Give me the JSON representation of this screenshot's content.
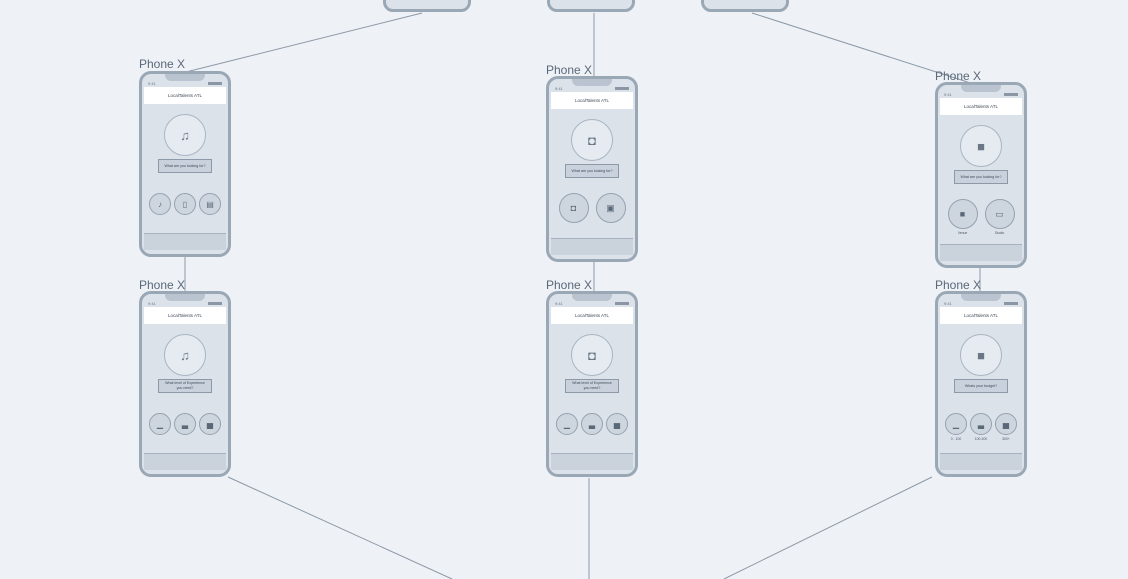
{
  "screens": [
    {
      "label": "Phone X",
      "app_title": "LocalTalents ATL",
      "time": "9:41",
      "hero_icon": "music-note-icon",
      "hero_glyph": "♫",
      "question": "What are you looking for?",
      "options": [
        {
          "icon": "guitar-icon",
          "glyph": "♪",
          "label": ""
        },
        {
          "icon": "speaker-icon",
          "glyph": "▯",
          "label": ""
        },
        {
          "icon": "keyboard-icon",
          "glyph": "▤",
          "label": ""
        }
      ]
    },
    {
      "label": "Phone X",
      "app_title": "LocalTalents ATL",
      "time": "9:41",
      "hero_icon": "camera-icon",
      "hero_glyph": "◘",
      "question": "What are you looking for?",
      "options": [
        {
          "icon": "camera-icon",
          "glyph": "◘",
          "label": ""
        },
        {
          "icon": "video-camera-icon",
          "glyph": "▣",
          "label": ""
        }
      ]
    },
    {
      "label": "Phone X",
      "app_title": "LocalTalents ATL",
      "time": "9:41",
      "hero_icon": "desk-computer-icon",
      "hero_glyph": "■",
      "question": "What are you looking for?",
      "options": [
        {
          "icon": "desk-icon",
          "glyph": "■",
          "label": "Venue"
        },
        {
          "icon": "laptop-icon",
          "glyph": "▭",
          "label": "Studio"
        }
      ]
    },
    {
      "label": "Phone X",
      "app_title": "LocalTalents ATL",
      "time": "9:41",
      "hero_icon": "music-note-icon",
      "hero_glyph": "♫",
      "question": "What level of Experience you need?",
      "options": [
        {
          "icon": "level-low-icon",
          "glyph": "▁",
          "label": ""
        },
        {
          "icon": "level-mid-icon",
          "glyph": "▃",
          "label": ""
        },
        {
          "icon": "level-high-icon",
          "glyph": "▅",
          "label": ""
        }
      ]
    },
    {
      "label": "Phone X",
      "app_title": "LocalTalents ATL",
      "time": "9:41",
      "hero_icon": "camera-icon",
      "hero_glyph": "◘",
      "question": "What level of Experience you need?",
      "options": [
        {
          "icon": "level-low-icon",
          "glyph": "▁",
          "label": ""
        },
        {
          "icon": "level-mid-icon",
          "glyph": "▃",
          "label": ""
        },
        {
          "icon": "level-high-icon",
          "glyph": "▅",
          "label": ""
        }
      ]
    },
    {
      "label": "Phone X",
      "app_title": "LocalTalents ATL",
      "time": "9:41",
      "hero_icon": "desk-computer-icon",
      "hero_glyph": "■",
      "question": "Whats your budget?",
      "options": [
        {
          "icon": "budget-low-icon",
          "glyph": "▁",
          "label": "0 - 100"
        },
        {
          "icon": "budget-mid-icon",
          "glyph": "▃",
          "label": "100-300"
        },
        {
          "icon": "budget-high-icon",
          "glyph": "▅",
          "label": "300+"
        }
      ]
    }
  ]
}
